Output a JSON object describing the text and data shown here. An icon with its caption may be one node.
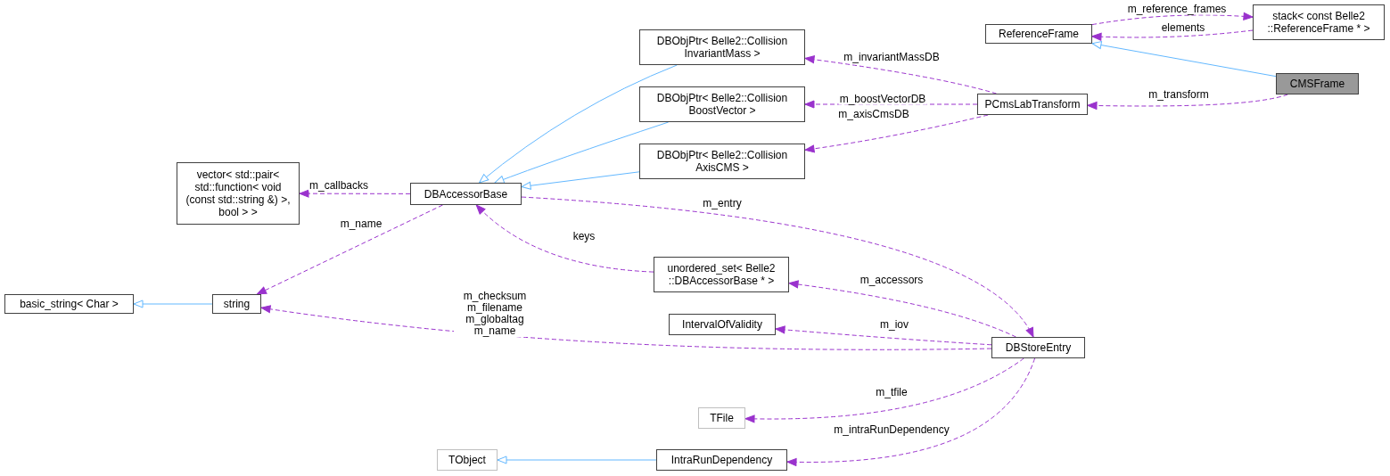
{
  "diagram": {
    "nodes": [
      {
        "text": [
          "ReferenceFrame"
        ]
      },
      {
        "text": [
          "stack< const Belle2 ::ReferenceFrame * >"
        ]
      },
      {
        "text": [
          "CMSFrame"
        ]
      },
      {
        "text": [
          "DBObjPtr< Belle2::Collision InvariantMass >"
        ]
      },
      {
        "text": [
          "PCmsLabTransform"
        ]
      },
      {
        "text": [
          "DBObjPtr< Belle2::Collision BoostVector >"
        ]
      },
      {
        "text": [
          "DBObjPtr< Belle2::Collision AxisCMS >"
        ]
      },
      {
        "text": [
          "vector< std::pair< std::function< void (const std::string &) >, bool > >"
        ]
      },
      {
        "text": [
          "DBAccessorBase"
        ]
      },
      {
        "text": [
          "unordered_set< Belle2 ::DBAccessorBase * >"
        ]
      },
      {
        "text": [
          "basic_string< Char >"
        ]
      },
      {
        "text": [
          "string"
        ]
      },
      {
        "text": [
          "IntervalOfValidity"
        ]
      },
      {
        "text": [
          "DBStoreEntry"
        ]
      },
      {
        "text": [
          "TFile"
        ]
      },
      {
        "text": [
          "TObject"
        ]
      },
      {
        "text": [
          "IntraRunDependency"
        ]
      }
    ],
    "edges": [
      {
        "from": 0,
        "to": 1,
        "arrow": "to",
        "label": "m_reference_frames",
        "style": "dashed"
      },
      {
        "from": 1,
        "to": 0,
        "arrow": "to",
        "label": "elements",
        "style": "dashed"
      },
      {
        "from": 2,
        "to": 0,
        "arrow": "to",
        "color": "#63b8ff"
      },
      {
        "from": 2,
        "to": 4,
        "arrow": "to",
        "label": "m_transform",
        "style": "dashed"
      },
      {
        "from": 4,
        "to": 3,
        "arrow": "to",
        "label": "m_invariantMassDB",
        "style": "dashed"
      },
      {
        "from": 4,
        "to": 5,
        "arrow": "to",
        "label": "m_boostVectorDB",
        "style": "dashed"
      },
      {
        "from": 4,
        "to": 6,
        "arrow": "to",
        "label": "m_axisCmsDB",
        "style": "dashed"
      },
      {
        "from": 3,
        "to": 8,
        "arrow": "to",
        "color": "#63b8ff"
      },
      {
        "from": 5,
        "to": 8,
        "arrow": "to",
        "color": "#63b8ff"
      },
      {
        "from": 6,
        "to": 8,
        "arrow": "to",
        "color": "#63b8ff"
      },
      {
        "from": 8,
        "to": 7,
        "arrow": "to",
        "label": "m_callbacks",
        "style": "dashed"
      },
      {
        "from": 8,
        "to": 11,
        "arrow": "to",
        "label": "m_name",
        "style": "dashed"
      },
      {
        "from": 9,
        "to": 8,
        "arrow": "to",
        "label": "keys",
        "style": "dashed"
      },
      {
        "from": 8,
        "to": 13,
        "arrow": "to",
        "label": "m_entry",
        "style": "dashed"
      },
      {
        "from": 13,
        "to": 9,
        "arrow": "to",
        "label": "m_accessors",
        "style": "dashed"
      },
      {
        "from": 11,
        "to": 10,
        "arrow": "to",
        "color": "#63b8ff"
      },
      {
        "from": 13,
        "to": 11,
        "arrow": "to",
        "label": "m_checksum m_filename m_globaltag m_name",
        "style": "dashed"
      },
      {
        "from": 13,
        "to": 12,
        "arrow": "to",
        "label": "m_iov",
        "style": "dashed"
      },
      {
        "from": 13,
        "to": 14,
        "arrow": "to",
        "label": "m_tfile",
        "style": "dashed"
      },
      {
        "from": 13,
        "to": 16,
        "arrow": "to",
        "label": "m_intraRunDependency",
        "style": "dashed"
      },
      {
        "from": 16,
        "to": 15,
        "arrow": "to",
        "color": "#63b8ff"
      }
    ]
  }
}
